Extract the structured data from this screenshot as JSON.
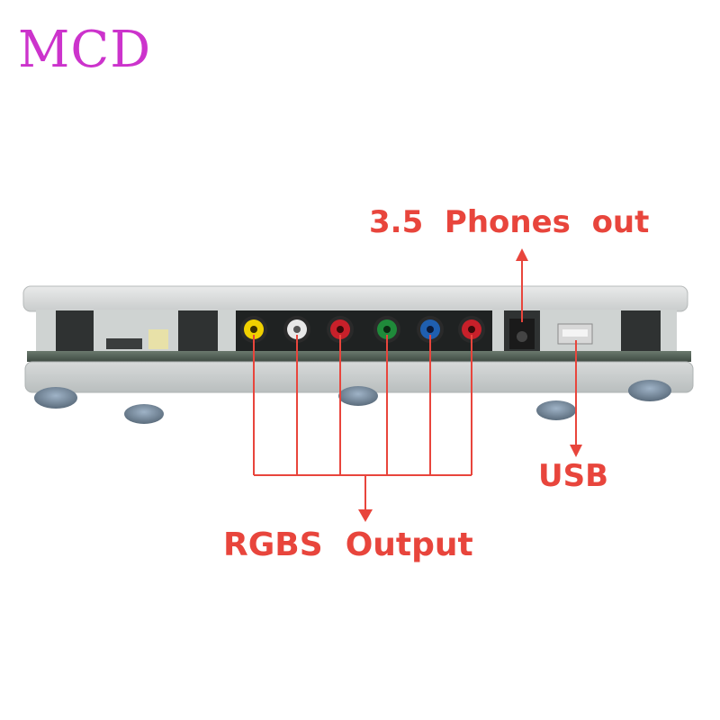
{
  "logo": {
    "text": "MCD"
  },
  "labels": {
    "phones": "3.5  Phones  out",
    "usb": "USB",
    "rgbs": "RGBS  Output"
  },
  "colors": {
    "logo": "#cc33cc",
    "annotation": "#e8453c",
    "jack_yellow": "#f0d000",
    "jack_white": "#e8e8e8",
    "jack_red": "#c8202a",
    "jack_green": "#1f8a3a",
    "jack_blue": "#1f5fb0"
  },
  "jacks": [
    {
      "name": "jack-yellow",
      "color": "yellow"
    },
    {
      "name": "jack-white",
      "color": "white"
    },
    {
      "name": "jack-red-1",
      "color": "red"
    },
    {
      "name": "jack-green",
      "color": "green"
    },
    {
      "name": "jack-blue",
      "color": "blue"
    },
    {
      "name": "jack-red-2",
      "color": "red"
    }
  ]
}
